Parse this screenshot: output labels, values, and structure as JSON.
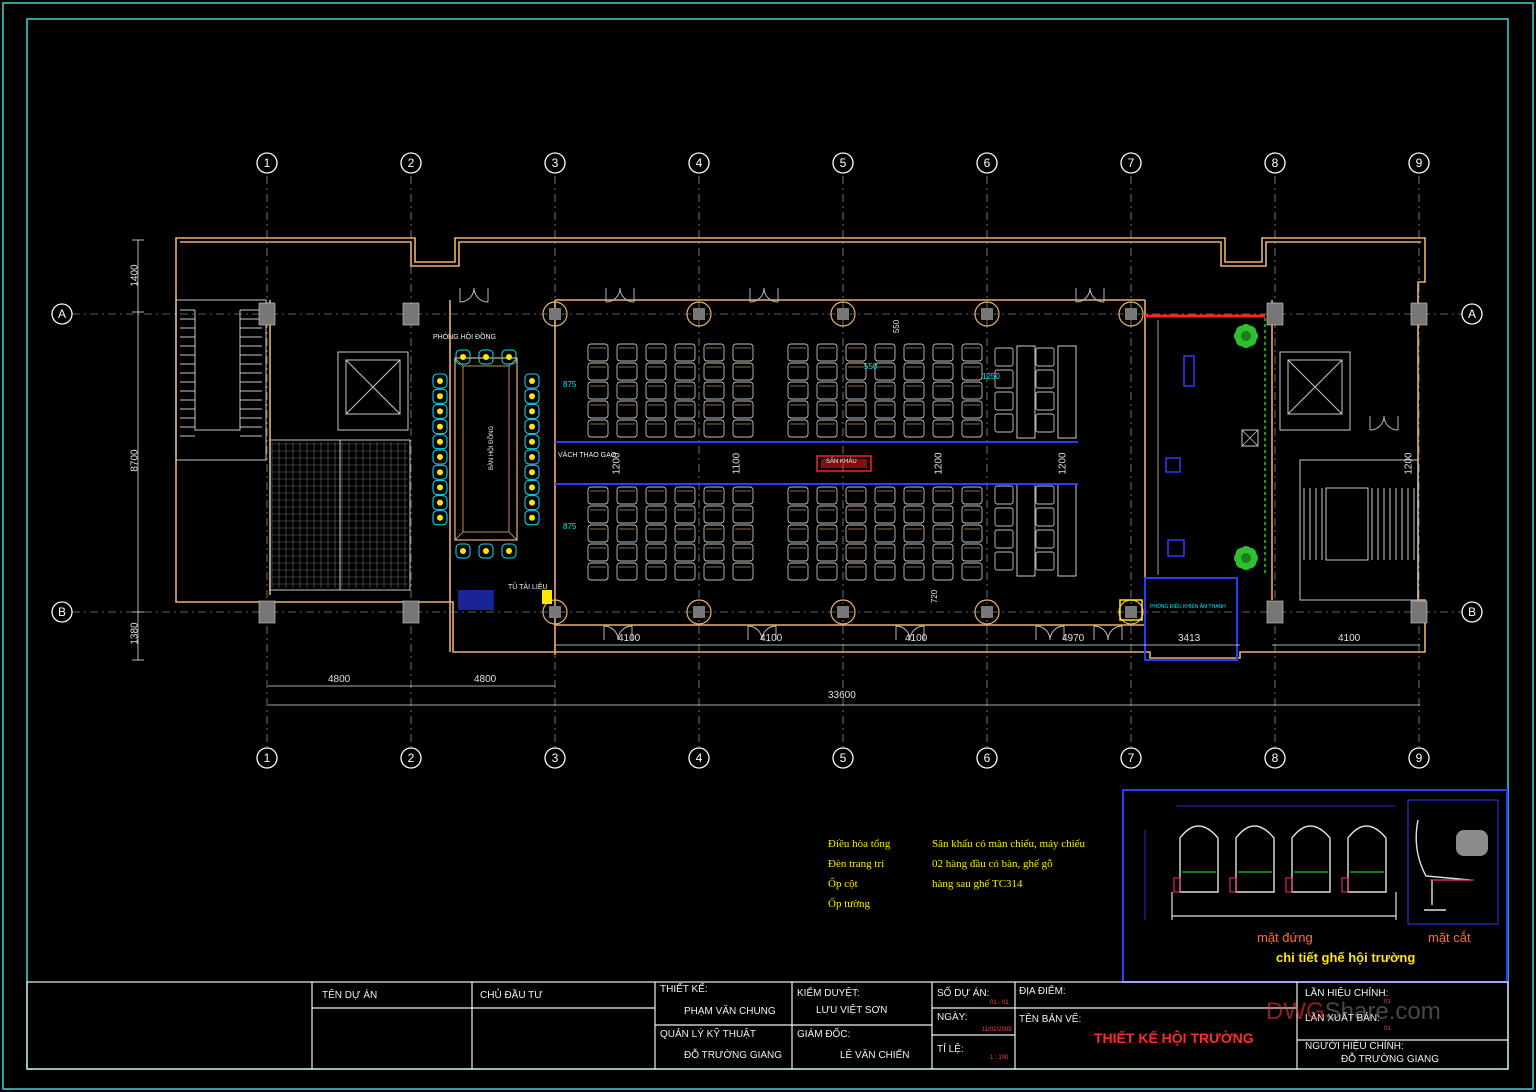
{
  "grid": {
    "columns": [
      "1",
      "2",
      "3",
      "4",
      "5",
      "6",
      "7",
      "8",
      "9"
    ],
    "rows": [
      "A",
      "B"
    ]
  },
  "dimensions": {
    "left_top": "1400",
    "left_mid": "8700",
    "left_bottom": "1380",
    "bottom_a": "4800",
    "bottom_b": "4800",
    "total": "33600",
    "bays": [
      "4100",
      "4100",
      "4100",
      "4970",
      "3413",
      "4100"
    ],
    "aisle": [
      "1200",
      "1100",
      "1200",
      "1200"
    ],
    "side": [
      "875",
      "875"
    ],
    "right_mid": "1200",
    "misc": [
      "550",
      "720",
      "550",
      "1250"
    ]
  },
  "room_labels": {
    "boardroom": "PHÒNG HỘI ĐỒNG",
    "table": "BÀN HỘI ĐỒNG",
    "partition": "VÁCH THAO GẠO",
    "cabinet": "TỦ TÀI LIỆU",
    "stage": "SÂN KHẤU",
    "control": "PHÒNG ĐIỀU KHIỂN ÂM THANH"
  },
  "notes": {
    "legend": [
      "Điều hòa tổng",
      "Đèn trang trí",
      "Ốp cột",
      "Ốp tường"
    ],
    "description": [
      "Sân khấu có màn chiếu, máy chiếu",
      "02 hàng đầu có bàn, ghế gỗ",
      "hàng sau ghế TC314"
    ]
  },
  "chair_detail": {
    "front_label": "mặt đứng",
    "section_label": "mặt cắt",
    "title": "chi tiết ghế hội trường"
  },
  "title_block": {
    "project_label": "TÊN DỰ ÁN",
    "owner_label": "CHỦ ĐẦU TƯ",
    "design_label": "THIẾT KẾ:",
    "design_name": "PHẠM VĂN CHUNG",
    "check_label": "KIỂM DUYỆT:",
    "check_name": "LƯU VIỆT SƠN",
    "tech_label": "QUẢN LÝ KỸ THUẬT",
    "tech_name": "ĐỖ TRƯỜNG GIANG",
    "director_label": "GIÁM ĐỐC:",
    "director_name": "LÊ VĂN CHIẾN",
    "project_no_label": "SỐ DỰ ÁN:",
    "project_no": "01 - 01",
    "date_label": "NGÀY:",
    "date": "11/02/2009",
    "scale_label": "TỈ LỆ:",
    "scale": "1 : 100",
    "location_label": "ĐỊA ĐIỂM:",
    "drawing_name_label": "TÊN BẢN VẼ:",
    "drawing_name": "THIẾT KẾ HỘI TRƯỜNG",
    "revision_label": "LẦN HIỆU CHỈNH:",
    "revision": "01",
    "issue_label": "LẦN XUẤT BẢN:",
    "issue": "01",
    "reviser_label": "NGƯỜI HIỆU CHỈNH:",
    "reviser_name": "ĐỖ TRƯỜNG GIANG"
  },
  "watermark": {
    "brand": "DWG",
    "rest": "Share.com"
  },
  "colors": {
    "border": "#3fd4d4",
    "wall": "#e8b070",
    "grid": "#ffffff",
    "seat": "#c0c0c0",
    "blue": "#2a3cff",
    "red": "#ff2020",
    "green": "#2fbf2f",
    "yellow": "#ffe800",
    "cyan": "#00e5ff"
  }
}
